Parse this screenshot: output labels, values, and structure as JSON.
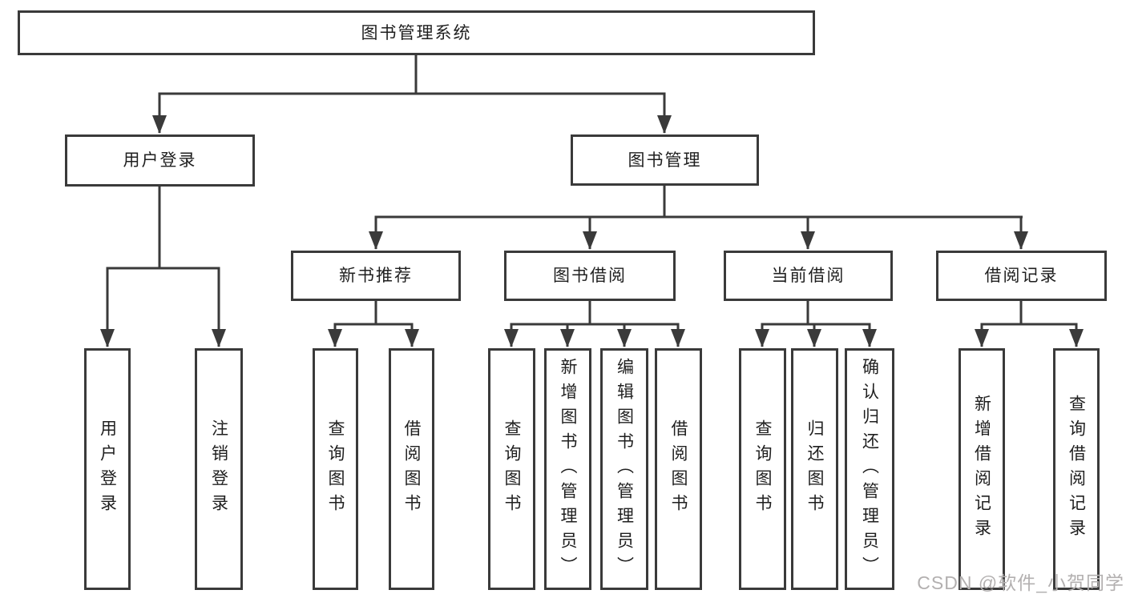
{
  "tree": {
    "label": "图书管理系统",
    "children": [
      {
        "label": "用户登录",
        "children": [
          {
            "label": "用户登录"
          },
          {
            "label": "注销登录"
          }
        ]
      },
      {
        "label": "图书管理",
        "children": [
          {
            "label": "新书推荐",
            "children": [
              {
                "label": "查询图书"
              },
              {
                "label": "借阅图书"
              }
            ]
          },
          {
            "label": "图书借阅",
            "children": [
              {
                "label": "查询图书"
              },
              {
                "label": "新增图书（管理员）"
              },
              {
                "label": "编辑图书（管理员）"
              },
              {
                "label": "借阅图书"
              }
            ]
          },
          {
            "label": "当前借阅",
            "children": [
              {
                "label": "查询图书"
              },
              {
                "label": "归还图书"
              },
              {
                "label": "确认归还（管理员）"
              }
            ]
          },
          {
            "label": "借阅记录",
            "children": [
              {
                "label": "新增借阅记录"
              },
              {
                "label": "查询借阅记录"
              }
            ]
          }
        ]
      }
    ]
  },
  "watermark": {
    "text": "CSDN @软件_小贺同学"
  },
  "colors": {
    "line": "#3a3a3a",
    "text": "#1f1f1f",
    "watermark": "#b3b0b0",
    "boxbg": "#ffffff",
    "pagebg": "#ffffff"
  }
}
